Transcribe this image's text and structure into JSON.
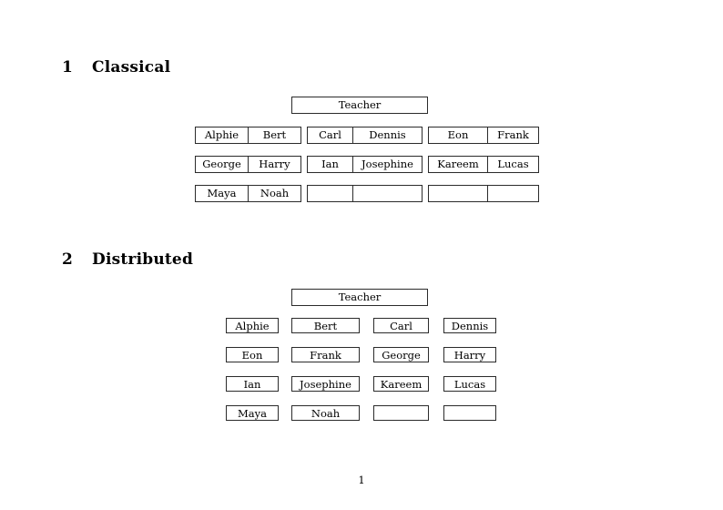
{
  "document": {
    "page_number": "1",
    "sections": [
      {
        "number": "1",
        "title": "Classical",
        "root_label": "Teacher",
        "layout": "grouped-pairs",
        "groups": [
          {
            "id": "group-1",
            "rows": [
              [
                "Alphie",
                "Bert"
              ],
              [
                "George",
                "Harry"
              ],
              [
                "Maya",
                "Noah"
              ]
            ]
          },
          {
            "id": "group-2",
            "rows": [
              [
                "Carl",
                "Dennis"
              ],
              [
                "Ian",
                "Josephine"
              ],
              [
                "",
                ""
              ]
            ]
          },
          {
            "id": "group-3",
            "rows": [
              [
                "Eon",
                "Frank"
              ],
              [
                "Kareem",
                "Lucas"
              ],
              [
                "",
                ""
              ]
            ]
          }
        ]
      },
      {
        "number": "2",
        "title": "Distributed",
        "root_label": "Teacher",
        "layout": "flat-grid",
        "rows": [
          [
            "Alphie",
            "Bert",
            "Carl",
            "Dennis"
          ],
          [
            "Eon",
            "Frank",
            "George",
            "Harry"
          ],
          [
            "Ian",
            "Josephine",
            "Kareem",
            "Lucas"
          ],
          [
            "Maya",
            "Noah",
            "",
            ""
          ]
        ]
      }
    ]
  },
  "colors": {
    "page_background": "#ffffff",
    "text": "#000000",
    "rule": "#2b2b2b"
  }
}
